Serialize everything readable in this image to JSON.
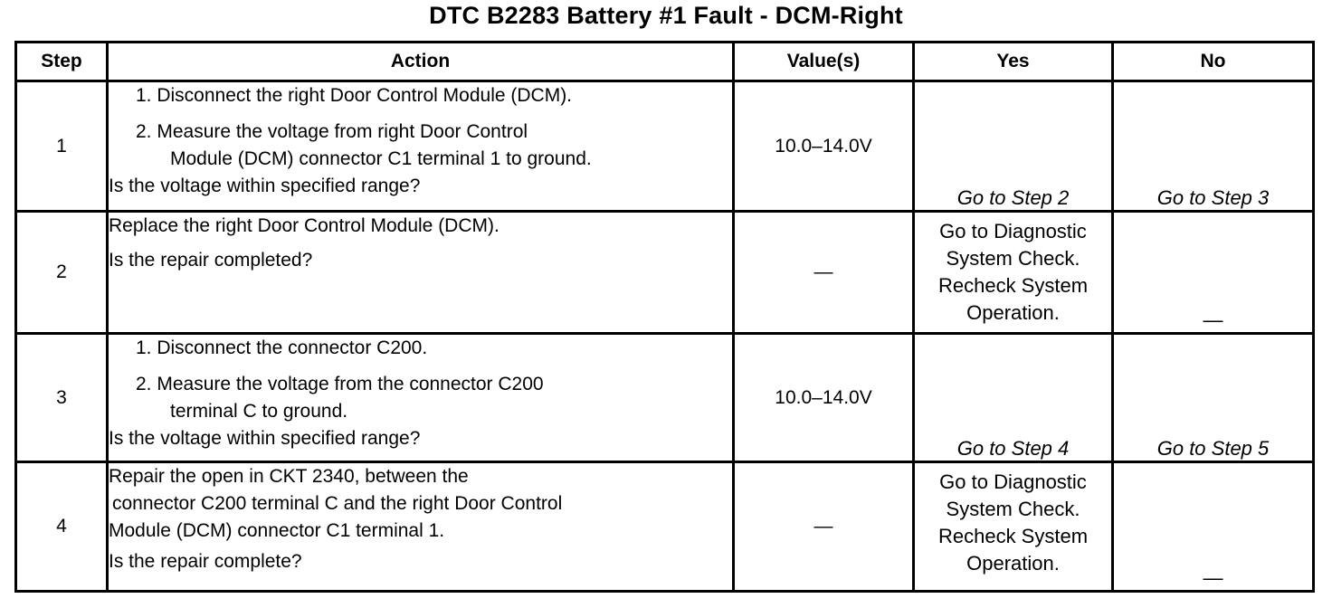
{
  "title": "DTC B2283 Battery #1 Fault - DCM-Right",
  "headers": {
    "step": "Step",
    "action": "Action",
    "values": "Value(s)",
    "yes": "Yes",
    "no": "No"
  },
  "rows": [
    {
      "step": "1",
      "items": [
        "1. Disconnect the right Door Control Module (DCM).",
        "2. Measure the voltage from right Door Control",
        "Module (DCM) connector C1 terminal 1 to ground."
      ],
      "question": "Is the voltage within specified range?",
      "value": "10.0–14.0V",
      "yes": "Go to Step 2",
      "no": "Go to Step 3"
    },
    {
      "step": "2",
      "line1": "Replace the right Door Control Module (DCM).",
      "question": "Is the repair completed?",
      "value": "—",
      "yes": [
        "Go to Diagnostic",
        "System Check.",
        "Recheck System",
        "Operation."
      ],
      "no": "—"
    },
    {
      "step": "3",
      "items": [
        "1. Disconnect the connector C200.",
        "2. Measure the voltage from the connector C200",
        "terminal C to ground."
      ],
      "question": "Is the voltage within specified range?",
      "value": "10.0–14.0V",
      "yes": "Go to Step 4",
      "no": "Go to Step 5"
    },
    {
      "step": "4",
      "lines": [
        "Repair the open in CKT 2340, between the",
        "connector C200 terminal C and the right Door Control",
        "Module (DCM) connector C1 terminal 1."
      ],
      "question": "Is the repair complete?",
      "value": "—",
      "yes": [
        "Go to Diagnostic",
        "System Check.",
        "Recheck System",
        "Operation."
      ],
      "no": "—"
    }
  ]
}
